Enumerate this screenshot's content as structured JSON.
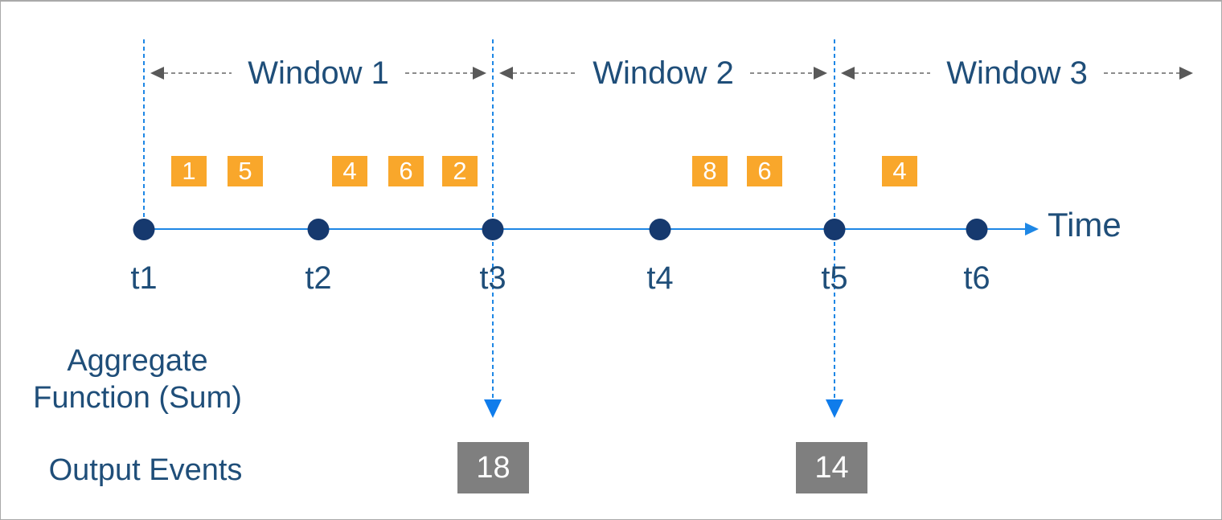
{
  "windows": {
    "labels": [
      "Window 1",
      "Window 2",
      "Window 3"
    ]
  },
  "events": {
    "window1": [
      "1",
      "5",
      "4",
      "6",
      "2"
    ],
    "window2": [
      "8",
      "6"
    ],
    "window3": [
      "4"
    ]
  },
  "timeline": {
    "axis_label": "Time",
    "ticks": [
      "t1",
      "t2",
      "t3",
      "t4",
      "t5",
      "t6"
    ]
  },
  "aggregate": {
    "line1": "Aggregate",
    "line2": "Function (Sum)"
  },
  "outputs": {
    "label": "Output Events",
    "values": [
      "18",
      "14"
    ]
  },
  "colors": {
    "timeline_blue": "#1e87e5",
    "dot_navy": "#16396e",
    "text_blue": "#1f4e79",
    "event_orange": "#f9a72b",
    "output_gray": "#7f7f7f",
    "arrowhead_gray": "#595959",
    "dash_gray": "#8c8c8c",
    "frame_border_gray": "#a9a9a9"
  }
}
